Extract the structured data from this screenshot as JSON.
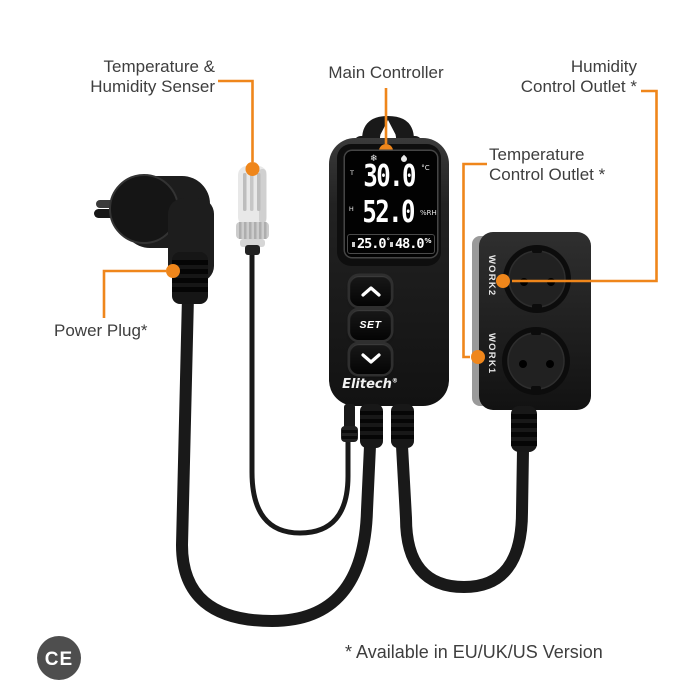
{
  "colors": {
    "background": "#ffffff",
    "accent_orange": "#EF861B",
    "label_text": "#3E3E3E",
    "device_black": "#1A1A1A",
    "lcd_background": "#000000",
    "lcd_text": "#FFFFFF",
    "sensor_body": "#E8E8E8",
    "ce_badge": "#4E4E4E"
  },
  "annotations": {
    "sensor_label": {
      "line1": "Temperature &",
      "line2": "Humidity Senser"
    },
    "main_controller_label": "Main Controller",
    "humidity_outlet_label": {
      "line1": "Humidity",
      "line2": "Control Outlet *"
    },
    "temperature_outlet_label": {
      "line1": "Temperature",
      "line2": "Control Outlet *"
    },
    "power_plug_label": "Power Plug*",
    "footnote": "* Available in EU/UK/US Version"
  },
  "controller": {
    "display": {
      "icons": {
        "cooling": {
          "name": "snowflake-icon",
          "glyph": "❄"
        },
        "humidity": {
          "name": "droplet-icon",
          "shape": "css-teardrop"
        }
      },
      "temperature": {
        "label": "T",
        "value": "30.0",
        "unit": "°C"
      },
      "humidity": {
        "label": "H",
        "value": "52.0",
        "unit": "%RH"
      },
      "set_temperature": {
        "value": "25.0",
        "unit": "°"
      },
      "set_humidity": {
        "value": "48.0",
        "unit": "%"
      }
    },
    "buttons": {
      "set": "SET"
    },
    "brand": {
      "name": "Elitech",
      "registered": "®"
    }
  },
  "outlet": {
    "work2_label": "WORK2",
    "work1_label": "WORK1"
  },
  "ce_mark": "CE"
}
